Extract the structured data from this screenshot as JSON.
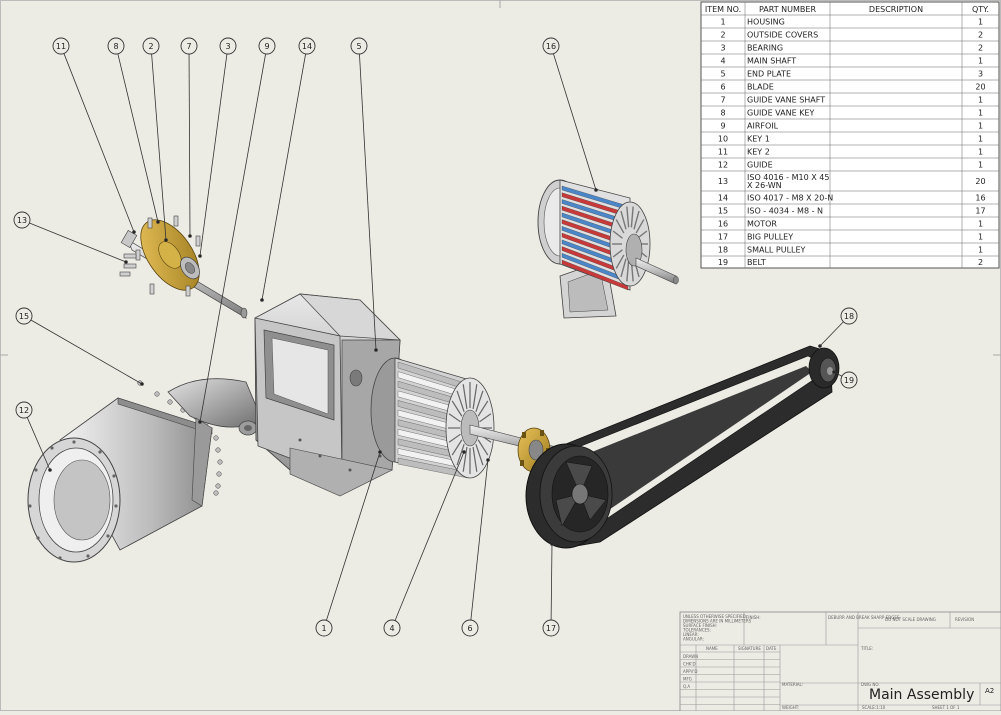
{
  "bom": {
    "headers": [
      "ITEM NO.",
      "PART NUMBER",
      "DESCRIPTION",
      "QTY."
    ],
    "rows": [
      {
        "item": "1",
        "part": [
          "HOUSING"
        ],
        "desc": "",
        "qty": "1"
      },
      {
        "item": "2",
        "part": [
          "OUTSIDE COVERS"
        ],
        "desc": "",
        "qty": "2"
      },
      {
        "item": "3",
        "part": [
          "BEARING"
        ],
        "desc": "",
        "qty": "2"
      },
      {
        "item": "4",
        "part": [
          "MAIN SHAFT"
        ],
        "desc": "",
        "qty": "1"
      },
      {
        "item": "5",
        "part": [
          "END PLATE"
        ],
        "desc": "",
        "qty": "3"
      },
      {
        "item": "6",
        "part": [
          "BLADE"
        ],
        "desc": "",
        "qty": "20"
      },
      {
        "item": "7",
        "part": [
          "GUIDE VANE SHAFT"
        ],
        "desc": "",
        "qty": "1"
      },
      {
        "item": "8",
        "part": [
          "GUIDE VANE KEY"
        ],
        "desc": "",
        "qty": "1"
      },
      {
        "item": "9",
        "part": [
          "AIRFOIL"
        ],
        "desc": "",
        "qty": "1"
      },
      {
        "item": "10",
        "part": [
          "KEY 1"
        ],
        "desc": "",
        "qty": "1"
      },
      {
        "item": "11",
        "part": [
          "KEY 2"
        ],
        "desc": "",
        "qty": "1"
      },
      {
        "item": "12",
        "part": [
          "GUIDE"
        ],
        "desc": "",
        "qty": "1"
      },
      {
        "item": "13",
        "part": [
          "ISO 4016 - M10 X 45",
          "X 26-WN"
        ],
        "desc": "",
        "qty": "20"
      },
      {
        "item": "14",
        "part": [
          "ISO 4017 - M8 X 20-N"
        ],
        "desc": "",
        "qty": "16"
      },
      {
        "item": "15",
        "part": [
          "ISO - 4034 - M8 - N"
        ],
        "desc": "",
        "qty": "17"
      },
      {
        "item": "16",
        "part": [
          "MOTOR"
        ],
        "desc": "",
        "qty": "1"
      },
      {
        "item": "17",
        "part": [
          "BIG PULLEY"
        ],
        "desc": "",
        "qty": "1"
      },
      {
        "item": "18",
        "part": [
          "SMALL PULLEY"
        ],
        "desc": "",
        "qty": "1"
      },
      {
        "item": "19",
        "part": [
          "BELT"
        ],
        "desc": "",
        "qty": "2"
      }
    ]
  },
  "balloons": [
    "11",
    "8",
    "2",
    "7",
    "3",
    "9",
    "14",
    "5",
    "16",
    "13",
    "15",
    "12",
    "1",
    "4",
    "6",
    "17",
    "18",
    "19"
  ],
  "title_block": {
    "title": "Main Assembly",
    "size": "A2",
    "row_labels": [
      "DRAWN",
      "CHK'D",
      "APPV'D",
      "MFG",
      "Q.A"
    ],
    "col_labels": [
      "NAME",
      "SIGNATURE",
      "DATE"
    ],
    "notes": [
      "UNLESS OTHERWISE SPECIFIED:",
      "DIMENSIONS ARE IN MILLIMETERS",
      "SURFACE FINISH:",
      "TOLERANCES:",
      "LINEAR:",
      "ANGULAR:"
    ],
    "fields": {
      "finish": "FINISH:",
      "deburr": "DEBURR AND BREAK SHARP EDGES",
      "dont_scale": "DO NOT SCALE DRAWING",
      "revision": "REVISION",
      "title_label": "TITLE:",
      "dwg_label": "DWG NO.",
      "material": "MATERIAL:",
      "weight": "WEIGHT:",
      "scale": "SCALE:1:10",
      "sheet": "SHEET 1 OF 1"
    }
  },
  "colors": {
    "sheet": "#ecebe4",
    "line": "#333333",
    "steel": "#b8b8b8",
    "brass": "#c9a232",
    "blue": "#4a86c8",
    "red": "#c83a3a",
    "belt": "#2a2a2a"
  }
}
